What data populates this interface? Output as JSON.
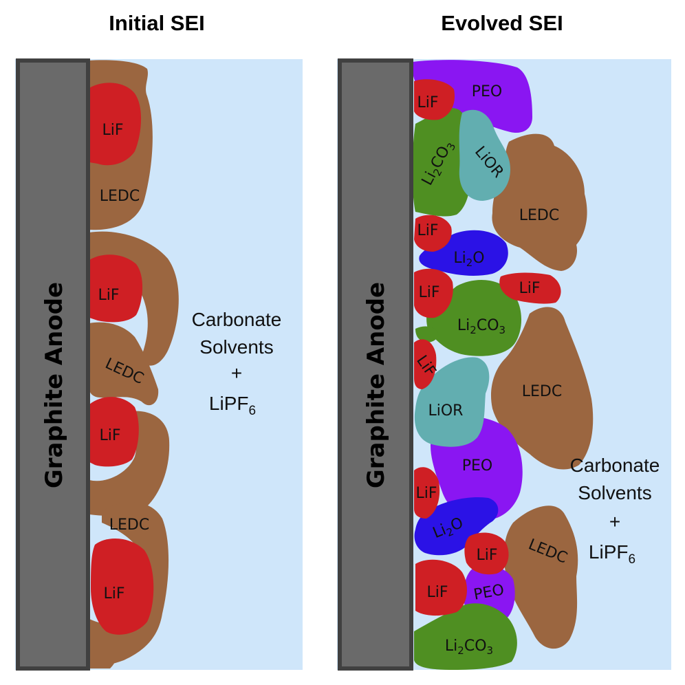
{
  "titles": {
    "left": "Initial SEI",
    "right": "Evolved SEI"
  },
  "anode_label": "Graphite Anode",
  "solvent": {
    "line1": "Carbonate",
    "line2": "Solvents",
    "plus": "+",
    "salt_main": "LiPF",
    "salt_sub": "6"
  },
  "species": {
    "LiF": "LiF",
    "LEDC": "LEDC",
    "PEO": "PEO",
    "LiOR": "LiOR",
    "Li": "Li",
    "O": "O",
    "CO": "CO",
    "sub2": "2",
    "sub3": "3"
  },
  "colors": {
    "electrolyte": "#cfe6fa",
    "anode_fill": "#6a6a6a",
    "anode_border": "#404040",
    "LiF": "#cf1f24",
    "LEDC": "#9b6640",
    "PEO": "#8a16f2",
    "Li2CO3": "#4f8f22",
    "LiOR": "#62aeb0",
    "Li2O": "#2b12e6"
  }
}
